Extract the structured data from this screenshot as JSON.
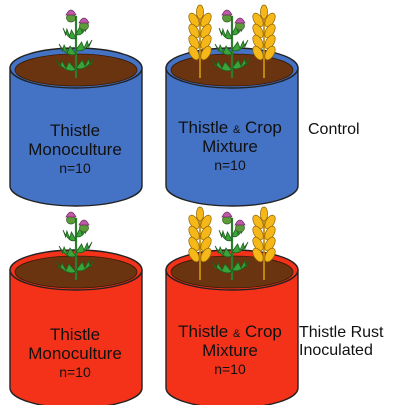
{
  "rows": [
    {
      "label": [
        "Control"
      ],
      "pot_color": "#4472c4",
      "pots": [
        {
          "title_a": "Thistle",
          "title_b": "Monoculture",
          "n": "n=10",
          "plants": [
            "thistle"
          ]
        },
        {
          "title_a": "Thistle ",
          "amp": "&",
          "title_a2": " Crop",
          "title_b": "Mixture",
          "n": "n=10",
          "plants": [
            "wheat",
            "thistle",
            "wheat"
          ]
        }
      ]
    },
    {
      "label": [
        "Thistle Rust",
        "Inoculated"
      ],
      "pot_color": "#f4321a",
      "pots": [
        {
          "title_a": "Thistle",
          "title_b": "Monoculture",
          "n": "n=10",
          "plants": [
            "thistle"
          ]
        },
        {
          "title_a": "Thistle ",
          "amp": "&",
          "title_a2": " Crop",
          "title_b": "Mixture",
          "n": "n=10",
          "plants": [
            "wheat",
            "thistle",
            "wheat"
          ]
        }
      ]
    }
  ],
  "colors": {
    "soil": "#6b3410",
    "soil_edge": "#3b1c08",
    "thistle_leaf": "#3aa33a",
    "thistle_flower": "#c05aa8",
    "wheat": "#f5b818",
    "outline": "#222222"
  }
}
